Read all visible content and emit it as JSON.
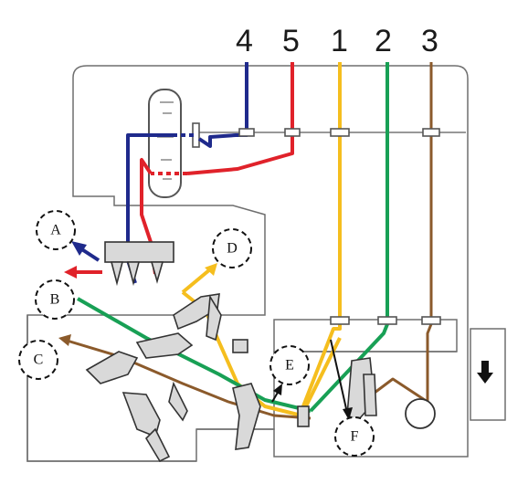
{
  "thread_numbers": [
    "4",
    "5",
    "1",
    "2",
    "3"
  ],
  "callouts": [
    "A",
    "B",
    "C",
    "D",
    "E",
    "F"
  ],
  "icons": {
    "side_arrow": "arrow-down-icon"
  },
  "colors": {
    "thread_4": "#1f2a8c",
    "thread_5": "#e0222a",
    "thread_1": "#f5be1e",
    "thread_2": "#18a055",
    "thread_3": "#8b5a2b"
  }
}
